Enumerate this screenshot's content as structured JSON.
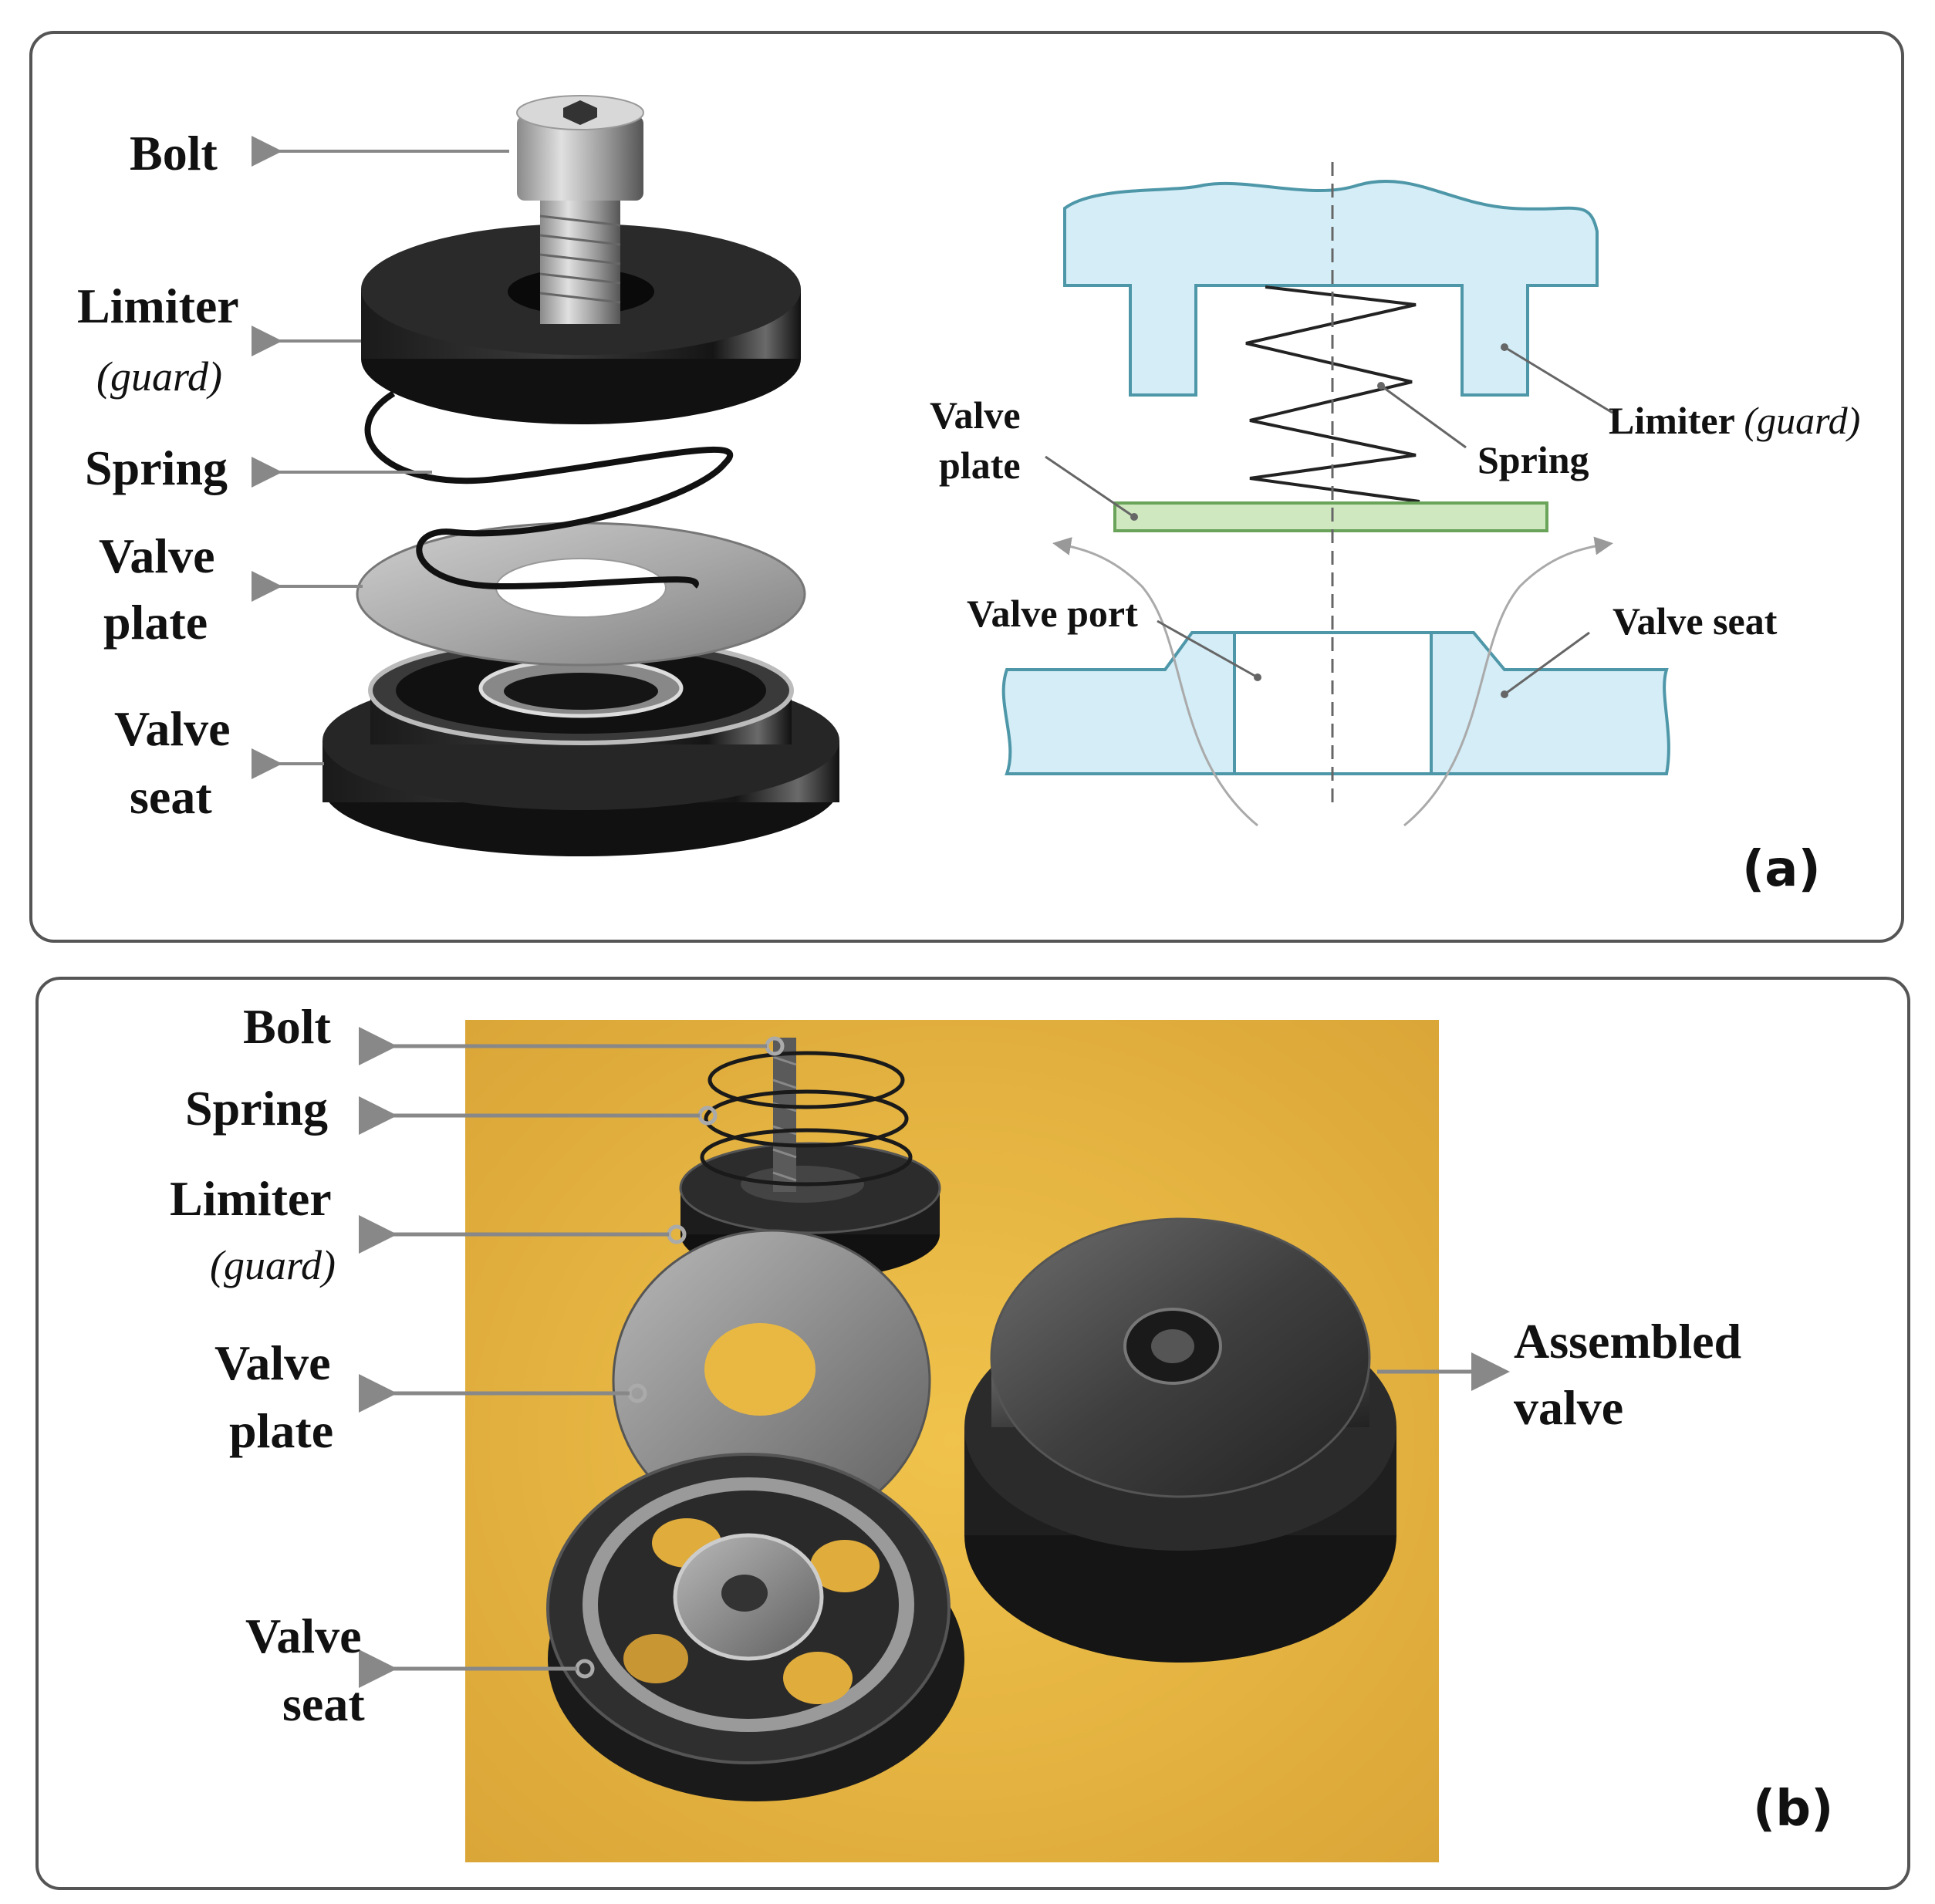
{
  "panel_a": {
    "tag": "(a)",
    "exploded_labels": {
      "bolt": "Bolt",
      "limiter": "Limiter",
      "guard": "(guard)",
      "spring": "Spring",
      "valve_plate_1": "Valve",
      "valve_plate_2": "plate",
      "valve_seat_1": "Valve",
      "valve_seat_2": "seat"
    },
    "schematic_labels": {
      "valve_plate_1": "Valve",
      "valve_plate_2": "plate",
      "spring": "Spring",
      "limiter": "Limiter",
      "guard": "(guard)",
      "valve_port": "Valve port",
      "valve_seat": "Valve seat"
    }
  },
  "panel_b": {
    "tag": "(b)",
    "labels": {
      "bolt": "Bolt",
      "spring": "Spring",
      "limiter": "Limiter",
      "guard": "(guard)",
      "valve_plate_1": "Valve",
      "valve_plate_2": "plate",
      "valve_seat_1": "Valve",
      "valve_seat_2": "seat",
      "assembled_1": "Assembled",
      "assembled_2": "valve"
    }
  },
  "colors": {
    "schematic_fill": "#d4edf7",
    "schematic_stroke": "#4e97a8",
    "plate_fill": "#cfe8c0",
    "plate_stroke": "#6aa35a",
    "photo_background": "#e9b842",
    "arrow": "#888888"
  }
}
